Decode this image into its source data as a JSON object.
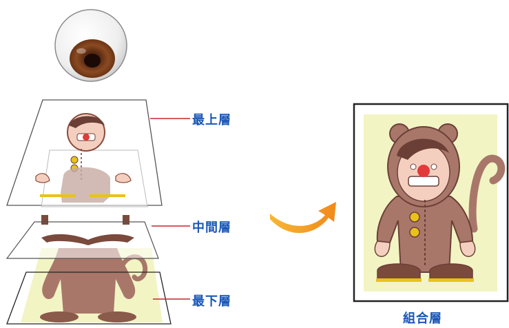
{
  "labels": {
    "top_layer": "最上層",
    "middle_layer": "中間層",
    "bottom_layer": "最下層",
    "combined_layer": "組合層"
  },
  "colors": {
    "label_text": "#1a57b8",
    "leader_line": "#c8242b",
    "canvas_yellow": "#f2f4c4",
    "monkey_brown": "#a8776a",
    "monkey_dark": "#6b3f36",
    "button_yellow": "#e8c21a",
    "arrow_orange": "#f39a1f"
  },
  "icons": {
    "viewer": "eyeball-icon",
    "transition": "curved-arrow-icon"
  }
}
